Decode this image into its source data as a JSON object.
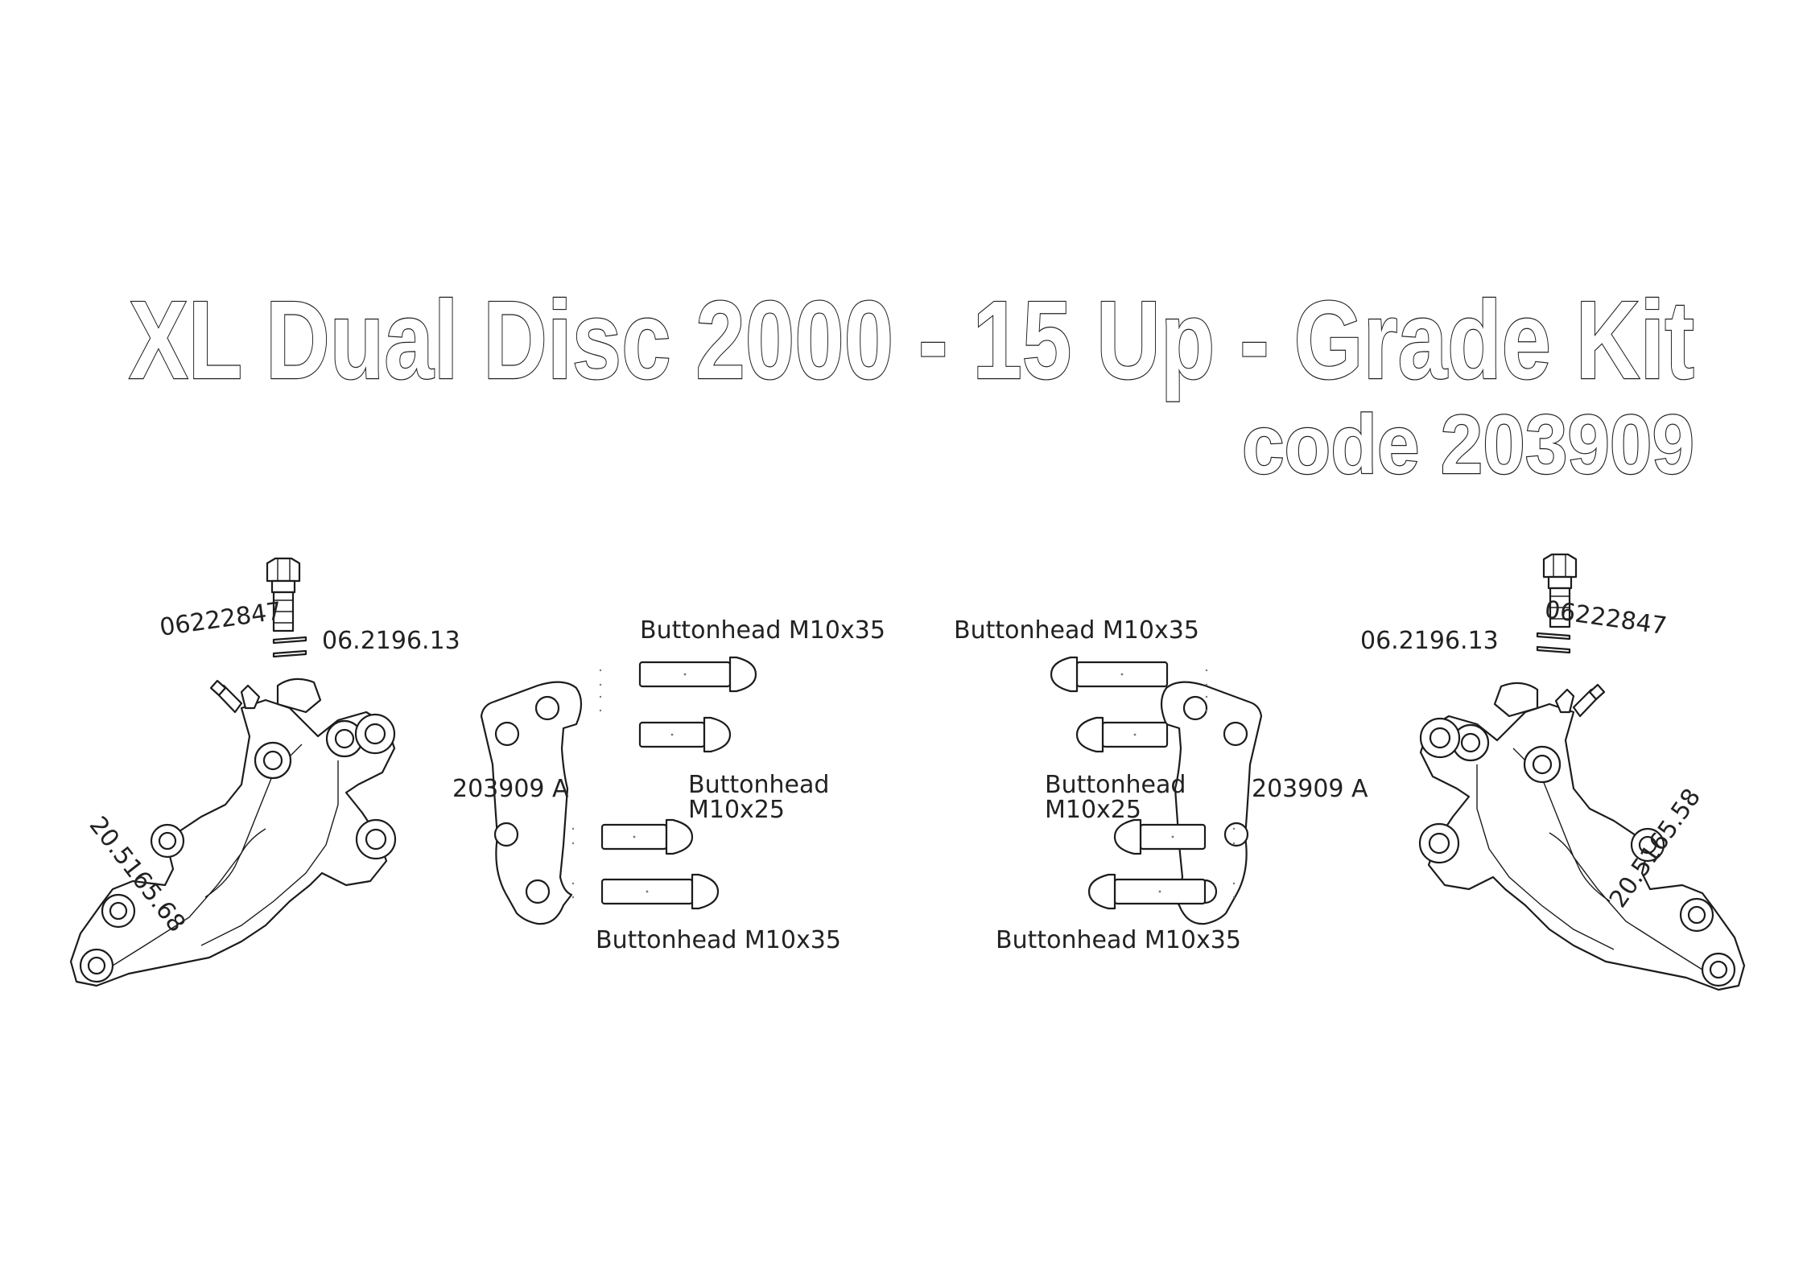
{
  "title": {
    "line1": "XL Dual Disc 2000 - 15 Up - Grade Kit",
    "line2": "code 203909"
  },
  "left": {
    "banjo_code": "06222847",
    "washer_code": "06.2196.13",
    "caliper_code": "20.5165.68",
    "bracket_code": "203909 A",
    "bolt_top_label": "Buttonhead M10x35",
    "bolt_mid_label_line1": "Buttonhead",
    "bolt_mid_label_line2": "M10x25",
    "bolt_bottom_label": "Buttonhead M10x35"
  },
  "right": {
    "banjo_code": "06222847",
    "washer_code": "06.2196.13",
    "caliper_code": "20.5165.58",
    "bracket_code": "203909 A",
    "bolt_top_label": "Buttonhead M10x35",
    "bolt_mid_label_line1": "Buttonhead",
    "bolt_mid_label_line2": "M10x25",
    "bolt_bottom_label": "Buttonhead M10x35"
  },
  "colors": {
    "line": "#1c1c1c",
    "background": "#ffffff"
  }
}
